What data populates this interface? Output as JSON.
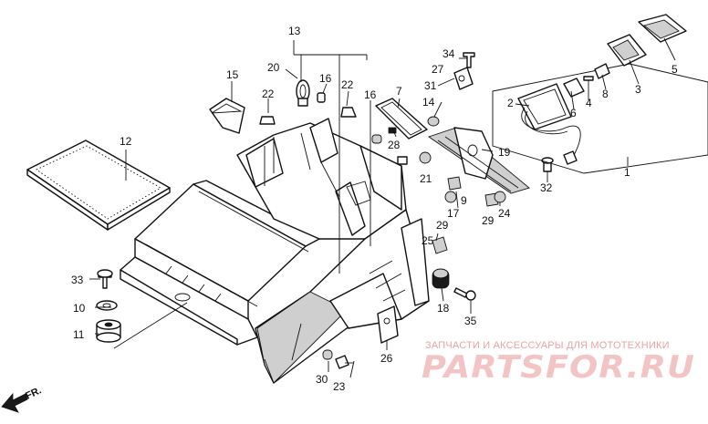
{
  "callouts": {
    "c1": "1",
    "c2": "2",
    "c3": "3",
    "c4": "4",
    "c5": "5",
    "c6": "6",
    "c7": "7",
    "c8": "8",
    "c9": "9",
    "c10": "10",
    "c11": "11",
    "c12": "12",
    "c13": "13",
    "c14": "14",
    "c15": "15",
    "c16a": "16",
    "c16b": "16",
    "c17": "17",
    "c18": "18",
    "c19": "19",
    "c20": "20",
    "c21": "21",
    "c22a": "22",
    "c22b": "22",
    "c23": "23",
    "c24": "24",
    "c25": "25",
    "c26": "26",
    "c27": "27",
    "c28": "28",
    "c29a": "29",
    "c29b": "29",
    "c30": "30",
    "c31": "31",
    "c32": "32",
    "c33": "33",
    "c34": "34",
    "c35": "35"
  },
  "direction_label": "FR.",
  "watermark": {
    "line1": "ЗАПЧАСТИ И АКСЕССУАРЫ ДЛЯ МОТОТЕХНИКИ",
    "line2": "PARTSFOR.RU"
  },
  "colors": {
    "ink": "#111111",
    "watermark": "#e9a3a3"
  }
}
